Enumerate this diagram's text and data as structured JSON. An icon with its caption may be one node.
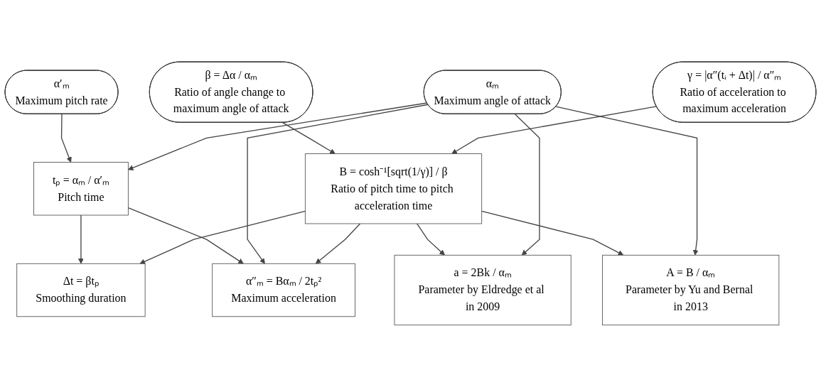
{
  "diagram": {
    "nodes": [
      {
        "text": [
          "αₘ",
          "Maximum angle of attack"
        ]
      },
      {
        "text": [
          "α′ₘ",
          "Maximum pitch rate"
        ]
      },
      {
        "text": [
          "β = Δα / αₘ",
          "Ratio of angle change to maximum angle of attack"
        ]
      },
      {
        "text": [
          "γ = |α″(tᵢ + Δt)| / α″ₘ",
          "Ratio of acceleration to maximum acceleration"
        ]
      },
      {
        "text": [
          "tₚ = αₘ / α′ₘ",
          "Pitch time"
        ]
      },
      {
        "text": [
          "Δt = βtₚ",
          "Smoothing duration"
        ]
      },
      {
        "text": [
          "B = cosh⁻¹[sqrt(1/γ)] / β",
          "Ratio of pitch time to pitch acceleration time"
        ]
      },
      {
        "text": [
          "α″ₘ = Bαₘ / 2tₚ²",
          "Maximum acceleration"
        ]
      },
      {
        "text": [
          "a = 2Bk / αₘ",
          "Parameter by Eldredge et al in 2009"
        ]
      },
      {
        "text": [
          "A = B / αₘ",
          "Parameter by Yu and Bernal in 2013"
        ]
      }
    ],
    "edges": [
      {
        "from": 1,
        "to": 4,
        "arrow": "to"
      },
      {
        "from": 0,
        "to": 4,
        "arrow": "to"
      },
      {
        "from": 2,
        "to": 6,
        "arrow": "to"
      },
      {
        "from": 3,
        "to": 6,
        "arrow": "to"
      },
      {
        "from": 4,
        "to": 5,
        "arrow": "to"
      },
      {
        "from": 4,
        "to": 7,
        "arrow": "to"
      },
      {
        "from": 6,
        "to": 5,
        "arrow": "to"
      },
      {
        "from": 0,
        "to": 7,
        "arrow": "to"
      },
      {
        "from": 6,
        "to": 7,
        "arrow": "to"
      },
      {
        "from": 6,
        "to": 8,
        "arrow": "to"
      },
      {
        "from": 6,
        "to": 9,
        "arrow": "to"
      },
      {
        "from": 0,
        "to": 8,
        "arrow": "to"
      },
      {
        "from": 0,
        "to": 9,
        "arrow": "to"
      }
    ]
  }
}
